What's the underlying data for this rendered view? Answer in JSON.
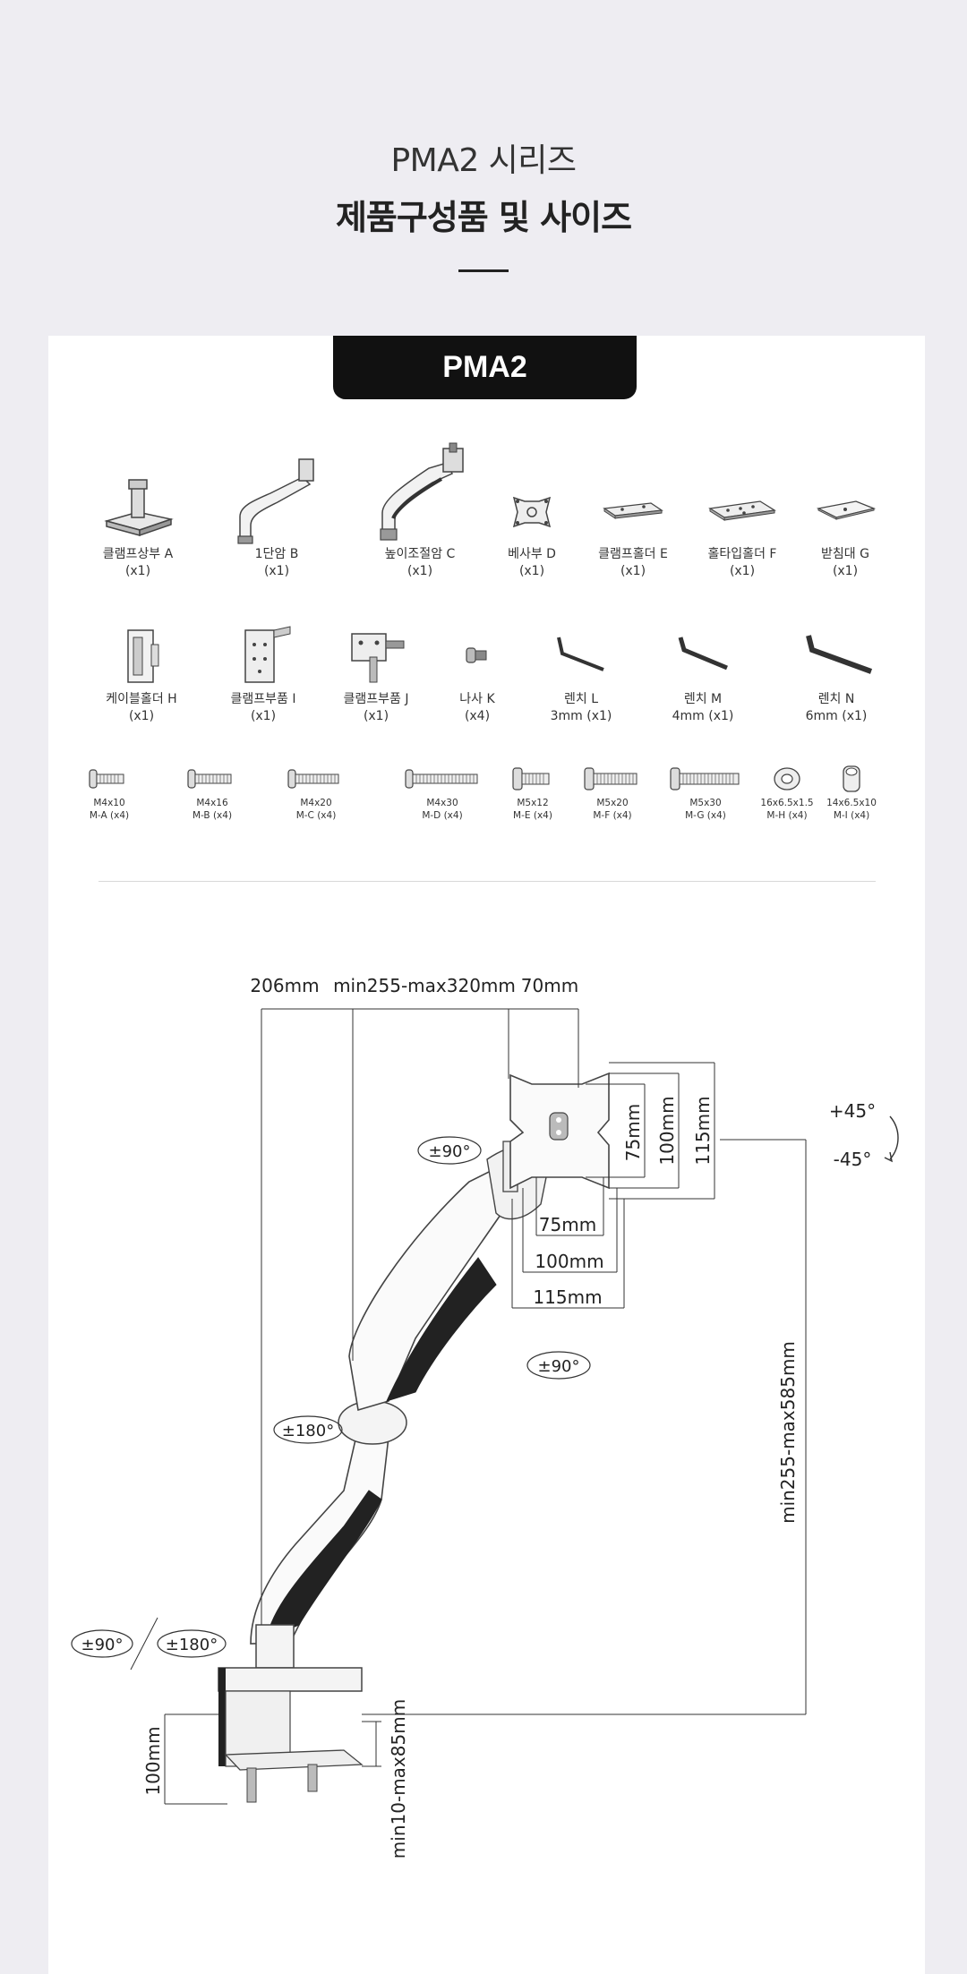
{
  "header": {
    "series_title": "PMA2 시리즈",
    "main_title": "제품구성품 및 사이즈"
  },
  "badge": "PMA2",
  "parts_row1": [
    {
      "name": "클램프상부 A",
      "qty": "(x1)"
    },
    {
      "name": "1단암 B",
      "qty": "(x1)"
    },
    {
      "name": "높이조절암 C",
      "qty": "(x1)"
    },
    {
      "name": "베사부 D",
      "qty": "(x1)"
    },
    {
      "name": "클램프홀더 E",
      "qty": "(x1)"
    },
    {
      "name": "홀타입홀더 F",
      "qty": "(x1)"
    },
    {
      "name": "받침대 G",
      "qty": "(x1)"
    }
  ],
  "parts_row2": [
    {
      "name": "케이블홀더 H",
      "qty": "(x1)"
    },
    {
      "name": "클램프부품 I",
      "qty": "(x1)"
    },
    {
      "name": "클램프부품 J",
      "qty": "(x1)"
    },
    {
      "name": "나사 K",
      "qty": "(x4)"
    },
    {
      "name": "렌치 L",
      "qty": "3mm (x1)"
    },
    {
      "name": "렌치 M",
      "qty": "4mm (x1)"
    },
    {
      "name": "렌치 N",
      "qty": "6mm (x1)"
    }
  ],
  "screws": [
    {
      "size": "M4x10",
      "code": "M-A (x4)"
    },
    {
      "size": "M4x16",
      "code": "M-B (x4)"
    },
    {
      "size": "M4x20",
      "code": "M-C (x4)"
    },
    {
      "size": "M4x30",
      "code": "M-D (x4)"
    },
    {
      "size": "M5x12",
      "code": "M-E (x4)"
    },
    {
      "size": "M5x20",
      "code": "M-F (x4)"
    },
    {
      "size": "M5x30",
      "code": "M-G (x4)"
    },
    {
      "size": "16x6.5x1.5",
      "code": "M-H (x4)"
    },
    {
      "size": "14x6.5x10",
      "code": "M-I (x4)"
    }
  ],
  "dimensions": {
    "top_206": "206mm",
    "top_reach": "min255-max320mm",
    "top_70": "70mm",
    "vesa_75h": "75mm",
    "vesa_100h": "100mm",
    "vesa_115h": "115mm",
    "vesa_75w": "75mm",
    "vesa_100w": "100mm",
    "vesa_115w": "115mm",
    "tilt_up": "+45°",
    "tilt_down": "-45°",
    "rot_head": "±90°",
    "rot_vesa": "±90°",
    "rot_elbow": "±180°",
    "rot_base_a": "±90°",
    "rot_base_b": "±180°",
    "height": "min255-max585mm",
    "clamp_100": "100mm",
    "clamp_range": "min10-max85mm"
  }
}
